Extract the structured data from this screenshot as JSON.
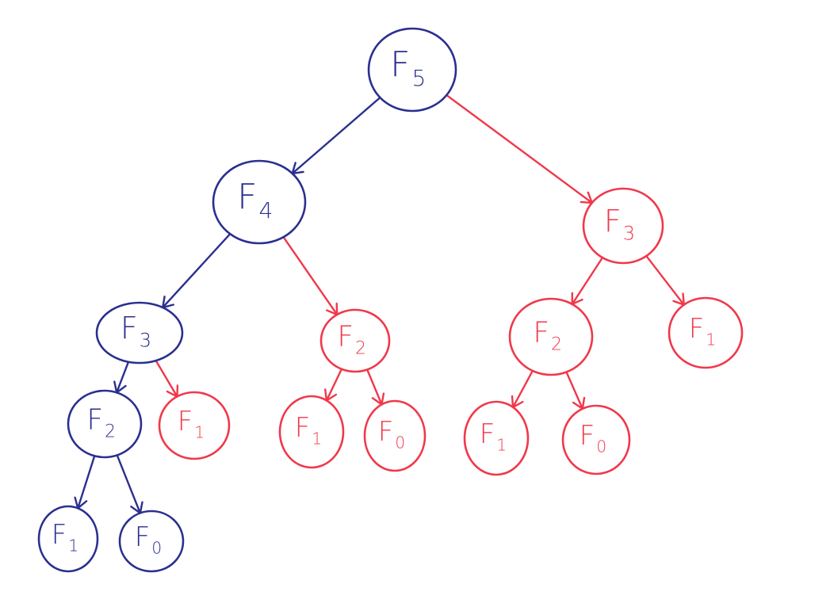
{
  "colors": {
    "memoized": "#2b2f8f",
    "repeated": "#f0384a"
  },
  "nodes": [
    {
      "id": "n1",
      "letter": "F",
      "sub": "5",
      "kind": "memoized"
    },
    {
      "id": "n2",
      "letter": "F",
      "sub": "4",
      "kind": "memoized"
    },
    {
      "id": "n3",
      "letter": "F",
      "sub": "3",
      "kind": "repeated"
    },
    {
      "id": "n4",
      "letter": "F",
      "sub": "3",
      "kind": "memoized"
    },
    {
      "id": "n5",
      "letter": "F",
      "sub": "2",
      "kind": "repeated"
    },
    {
      "id": "n6",
      "letter": "F",
      "sub": "2",
      "kind": "repeated"
    },
    {
      "id": "n7",
      "letter": "F",
      "sub": "1",
      "kind": "repeated"
    },
    {
      "id": "n8",
      "letter": "F",
      "sub": "2",
      "kind": "memoized"
    },
    {
      "id": "n9",
      "letter": "F",
      "sub": "1",
      "kind": "repeated"
    },
    {
      "id": "n10",
      "letter": "F",
      "sub": "1",
      "kind": "repeated"
    },
    {
      "id": "n11",
      "letter": "F",
      "sub": "0",
      "kind": "repeated"
    },
    {
      "id": "n12",
      "letter": "F",
      "sub": "1",
      "kind": "repeated"
    },
    {
      "id": "n13",
      "letter": "F",
      "sub": "0",
      "kind": "repeated"
    },
    {
      "id": "n14",
      "letter": "F",
      "sub": "1",
      "kind": "memoized"
    },
    {
      "id": "n15",
      "letter": "F",
      "sub": "0",
      "kind": "memoized"
    }
  ],
  "edges": [
    {
      "from": "n1",
      "to": "n2",
      "kind": "memoized"
    },
    {
      "from": "n1",
      "to": "n3",
      "kind": "repeated"
    },
    {
      "from": "n2",
      "to": "n4",
      "kind": "memoized"
    },
    {
      "from": "n2",
      "to": "n5",
      "kind": "repeated"
    },
    {
      "from": "n3",
      "to": "n6",
      "kind": "repeated"
    },
    {
      "from": "n3",
      "to": "n7",
      "kind": "repeated"
    },
    {
      "from": "n4",
      "to": "n8",
      "kind": "memoized"
    },
    {
      "from": "n4",
      "to": "n9",
      "kind": "repeated"
    },
    {
      "from": "n5",
      "to": "n10",
      "kind": "repeated"
    },
    {
      "from": "n5",
      "to": "n11",
      "kind": "repeated"
    },
    {
      "from": "n6",
      "to": "n12",
      "kind": "repeated"
    },
    {
      "from": "n6",
      "to": "n13",
      "kind": "repeated"
    },
    {
      "from": "n8",
      "to": "n14",
      "kind": "memoized"
    },
    {
      "from": "n8",
      "to": "n15",
      "kind": "memoized"
    }
  ]
}
